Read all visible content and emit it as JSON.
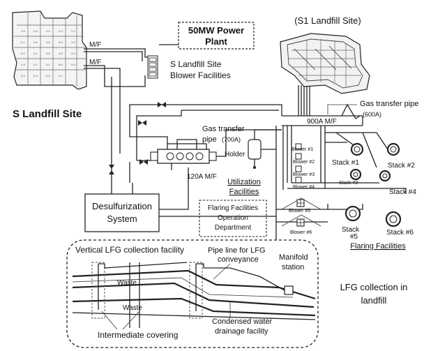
{
  "labels": {
    "power_plant_line1": "50MW Power",
    "power_plant_line2": "Plant",
    "s1_site": "(S1 Landfill Site)",
    "s_site": "S Landfill Site",
    "blower_fac_line1": "S Landfill Site",
    "blower_fac_line2": "Blower Facilities",
    "mf_top": "M/F",
    "mf_bottom": "M/F",
    "gas_pipe_600_line1": "Gas transfer pipe",
    "gas_pipe_600_line2": "(600A)",
    "pipe_900a": "900A M/F",
    "gas_pipe_700_line1": "Gas transfer",
    "gas_pipe_700_line2": "pipe",
    "gas_pipe_700_size": "(700A)",
    "holder": "Holder",
    "pipe_120a": "120A M/F",
    "utilization_line1": "Utilization",
    "utilization_line2": "Facilities",
    "desulf_line1": "Desulfurization",
    "desulf_line2": "System",
    "flaring_ops_line1": "Flaring Facilities",
    "flaring_ops_line2": "Operation",
    "flaring_ops_line3": "Department",
    "flaring_facilities": "Flaring Facilities",
    "lfg_in_landfill_line1": "LFG collection in",
    "lfg_in_landfill_line2": "landfill",
    "vertical_lfg": "Vertical LFG collection facility",
    "pipeline_line1": "Pipe line for LFG",
    "pipeline_line2": "conveyance",
    "manifold_line1": "Manifold",
    "manifold_line2": "station",
    "waste_upper": "Waste",
    "waste_lower": "Waste",
    "intermediate_covering": "Intermediate covering",
    "condensed_line1": "Condensed water",
    "condensed_line2": "drainage facility"
  },
  "blowers": [
    "Blower #1",
    "Blower #2",
    "Blower #3",
    "Blower #4",
    "Blower #5",
    "Blower #6"
  ],
  "stacks": {
    "s1": "Stack #1",
    "s2": "Stack #2",
    "s3": "Stack #3",
    "s4": "Stack #4",
    "s5_line1": "Stack",
    "s5_line2": "#5",
    "s6": "Stack #6"
  },
  "s_site_cells": [
    "2-6",
    "2-5",
    "2-4",
    "2-3",
    "2-2",
    "2-1",
    "3-6",
    "3-5",
    "3-4",
    "3-3",
    "3-2",
    "3-1",
    "4-6",
    "4-5",
    "4-4",
    "4-3",
    "4-2",
    "4-1",
    "5-6",
    "5-5",
    "5-4",
    "5-3",
    "5-2",
    "5-1"
  ]
}
